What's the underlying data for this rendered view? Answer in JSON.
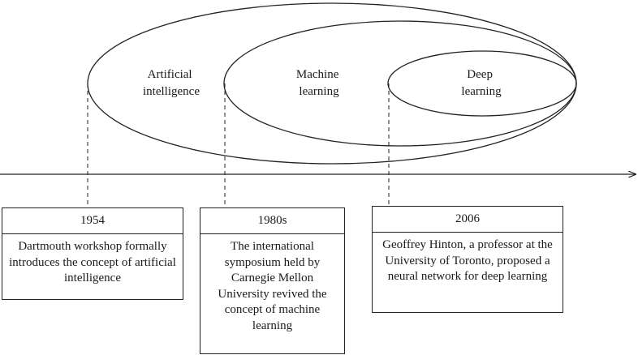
{
  "sets": [
    {
      "id": "ai",
      "label_lines": [
        "Artificial",
        "intelligence"
      ]
    },
    {
      "id": "ml",
      "label_lines": [
        "Machine",
        "learning"
      ]
    },
    {
      "id": "dl",
      "label_lines": [
        "Deep",
        "learning"
      ]
    }
  ],
  "milestones": [
    {
      "year": "1954",
      "description": "Dartmouth workshop formally introduces the concept of artificial intelligence"
    },
    {
      "year": "1980s",
      "description": "The international symposium held by Carnegie Mellon University revived the concept of machine learning"
    },
    {
      "year": "2006",
      "description": "Geoffrey Hinton, a professor at the University of Toronto, proposed a neural network for deep learning"
    }
  ]
}
